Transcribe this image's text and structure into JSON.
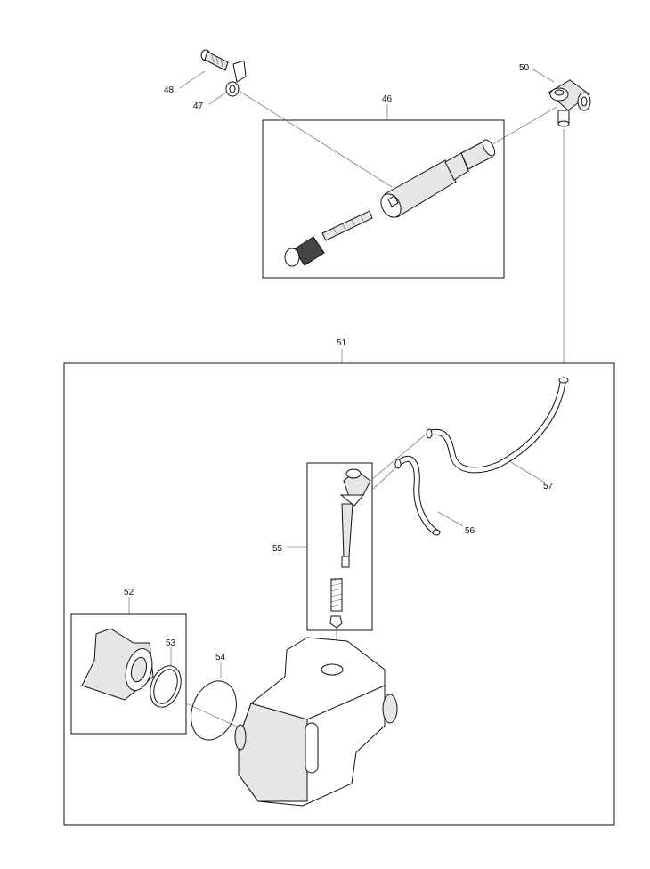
{
  "parts": [
    {
      "id": "p46",
      "number": "46"
    },
    {
      "id": "p47",
      "number": "47"
    },
    {
      "id": "p48",
      "number": "48"
    },
    {
      "id": "p50",
      "number": "50"
    },
    {
      "id": "p51",
      "number": "51"
    },
    {
      "id": "p52",
      "number": "52"
    },
    {
      "id": "p53",
      "number": "53"
    },
    {
      "id": "p54",
      "number": "54"
    },
    {
      "id": "p55",
      "number": "55"
    },
    {
      "id": "p56",
      "number": "56"
    },
    {
      "id": "p57",
      "number": "57"
    }
  ]
}
